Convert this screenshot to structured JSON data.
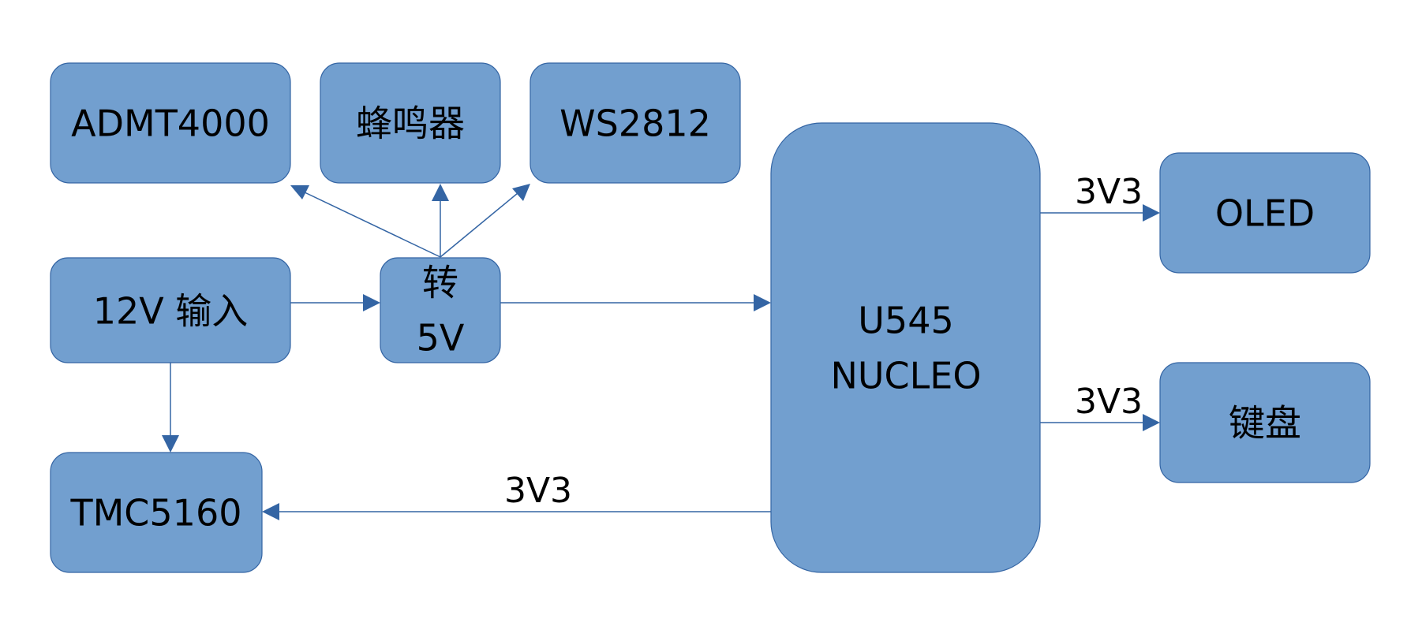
{
  "nodes": {
    "admt4000": {
      "label": "ADMT4000"
    },
    "buzzer": {
      "label": "蜂鸣器"
    },
    "ws2812": {
      "label": "WS2812"
    },
    "input12v": {
      "label": "12V 输入"
    },
    "to5v": {
      "line1": "转",
      "line2": "5V"
    },
    "nucleo": {
      "line1": "U545",
      "line2": "NUCLEO"
    },
    "tmc5160": {
      "label": "TMC5160"
    },
    "oled": {
      "label": "OLED"
    },
    "keyboard": {
      "label": "键盘"
    }
  },
  "edges": {
    "nucleo_to_oled": {
      "label": "3V3"
    },
    "nucleo_to_keyboard": {
      "label": "3V3"
    },
    "nucleo_to_tmc5160": {
      "label": "3V3"
    }
  },
  "colors": {
    "box_fill": "#729fcf",
    "box_stroke": "#3465a4",
    "arrow": "#3465a4"
  }
}
